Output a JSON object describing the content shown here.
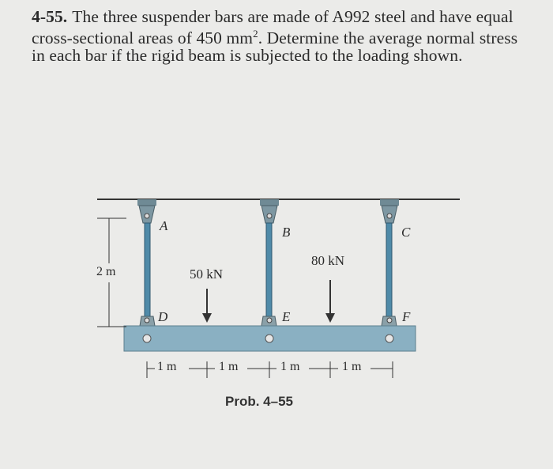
{
  "problem": {
    "number": "4-55.",
    "text_before_sup": "The three suspender bars are made of A992 steel and have equal cross-sectional areas of 450 mm",
    "sup": "2",
    "text_after_sup": ". Determine the average normal stress in each bar if the rigid beam is subjected to the loading shown."
  },
  "figure": {
    "points": {
      "A": "A",
      "B": "B",
      "C": "C",
      "D": "D",
      "E": "E",
      "F": "F"
    },
    "height_label": "2 m",
    "load_left": "50 kN",
    "load_right": "80 kN",
    "spans": [
      "1 m",
      "1 m",
      "1 m",
      "1 m"
    ]
  },
  "caption": "Prob. 4–55"
}
